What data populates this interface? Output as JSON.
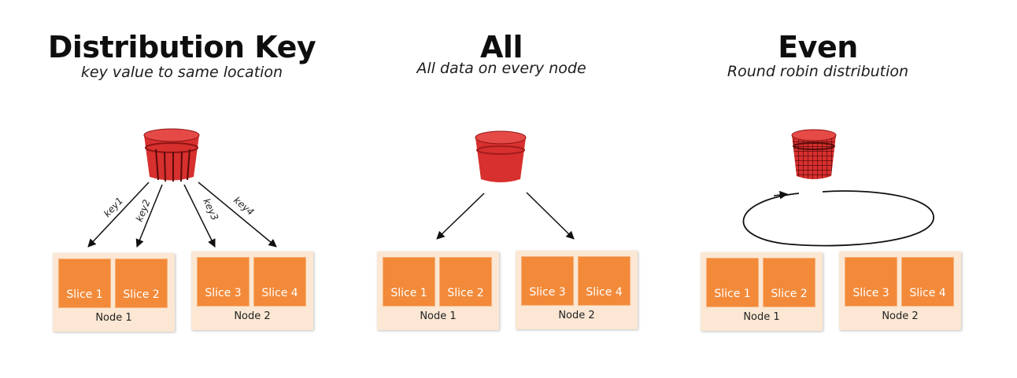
{
  "panels": [
    {
      "title": "Distribution Key",
      "subtitle": "key value to same location",
      "keys": [
        "key1",
        "key2",
        "key3",
        "key4"
      ],
      "nodes": [
        {
          "label": "Node 1",
          "slices": [
            "Slice 1",
            "Slice 2"
          ]
        },
        {
          "label": "Node 2",
          "slices": [
            "Slice 3",
            "Slice 4"
          ]
        }
      ]
    },
    {
      "title": "All",
      "subtitle": "All data on every node",
      "nodes": [
        {
          "label": "Node 1",
          "slices": [
            "Slice 1",
            "Slice 2"
          ]
        },
        {
          "label": "Node 2",
          "slices": [
            "Slice 3",
            "Slice 4"
          ]
        }
      ]
    },
    {
      "title": "Even",
      "subtitle": "Round robin distribution",
      "nodes": [
        {
          "label": "Node 1",
          "slices": [
            "Slice 1",
            "Slice 2"
          ]
        },
        {
          "label": "Node 2",
          "slices": [
            "Slice 3",
            "Slice 4"
          ]
        }
      ]
    }
  ],
  "colors": {
    "bucket_red": "#d7302e",
    "bucket_dark": "#8e1414",
    "slice_orange": "#f28a3a",
    "node_background": "#fbe7d3"
  },
  "icons": [
    "striped-bucket-icon",
    "plain-bucket-icon",
    "grid-bucket-icon",
    "round-robin-loop-icon"
  ]
}
